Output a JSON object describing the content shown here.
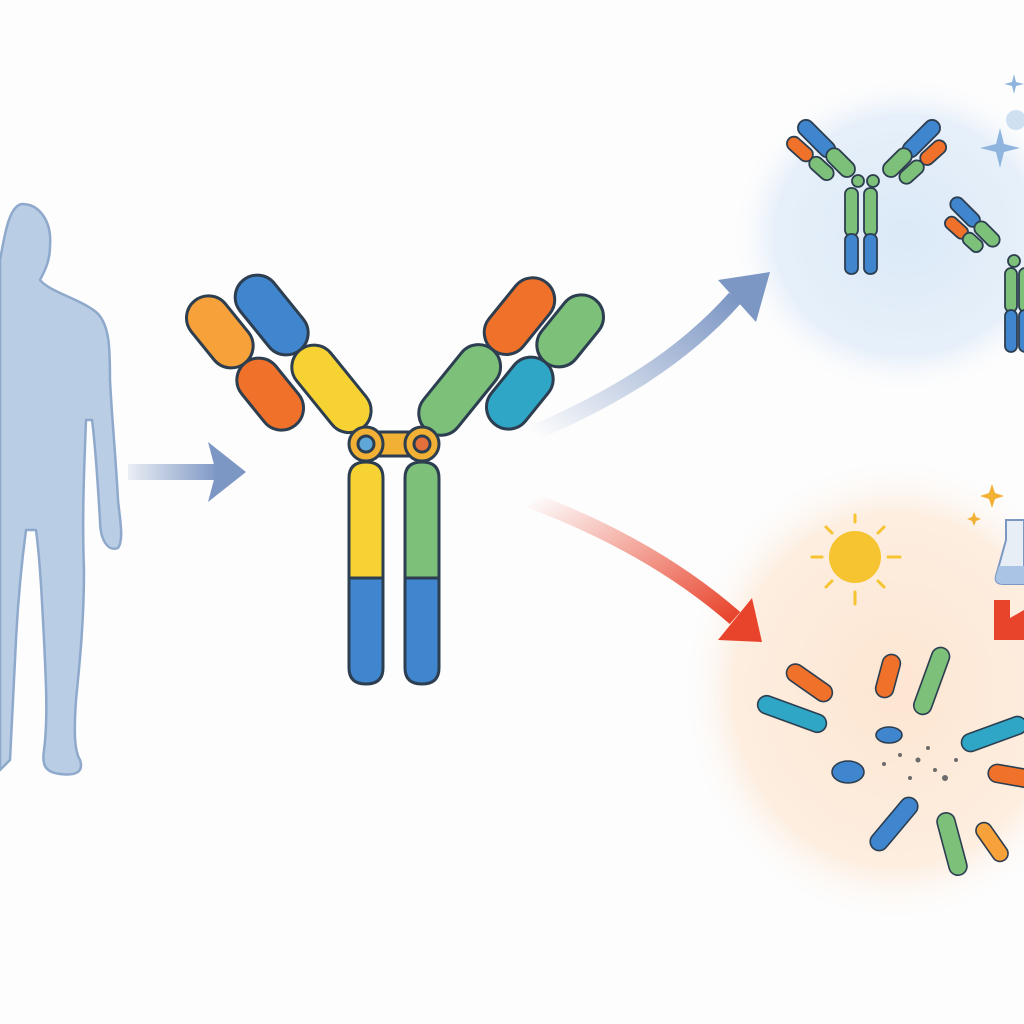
{
  "diagram": {
    "nodes": [
      {
        "id": "human",
        "icon": "human-silhouette-icon"
      },
      {
        "id": "antibody",
        "icon": "antibody-icon"
      },
      {
        "id": "stable_antibodies",
        "icon": "stable-antibodies-icon"
      },
      {
        "id": "degraded_antibody",
        "icon": "antibody-fragments-icon"
      }
    ],
    "edges": [
      {
        "from": "human",
        "to": "antibody"
      },
      {
        "from": "antibody",
        "to": "stable_antibodies"
      },
      {
        "from": "antibody",
        "to": "degraded_antibody"
      }
    ],
    "stressors": [
      "sun-icon",
      "flask-icon",
      "sparkle-icon"
    ],
    "colors": {
      "silhouette": "#a9bfda",
      "arrow_blue": "#7d97c4",
      "arrow_red": "#e8432b",
      "yellow": "#f6d233",
      "blue": "#3f86cf",
      "green": "#7cc07a",
      "orange": "#f0712a",
      "teal": "#2fa6c5",
      "hinge": "#f2b134"
    }
  }
}
